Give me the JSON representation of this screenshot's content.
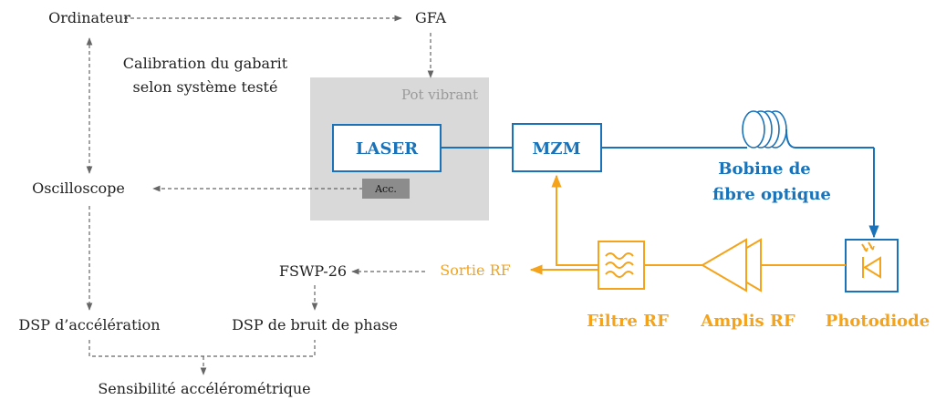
{
  "labels": {
    "ordinateur": "Ordinateur",
    "gfa": "GFA",
    "calibration_line1": "Calibration du gabarit",
    "calibration_line2": "selon système testé",
    "pot_vibrant": "Pot vibrant",
    "laser": "LASER",
    "mzm": "MZM",
    "acc": "Acc.",
    "oscilloscope": "Oscilloscope",
    "bobine_line1": "Bobine de",
    "bobine_line2": "fibre optique",
    "fswp": "FSWP-26",
    "sortie_rf": "Sortie RF",
    "dsp_acceleration": "DSP d’accélération",
    "dsp_bruit": "DSP de bruit de phase",
    "sensibilite": "Sensibilité accélérométrique",
    "filtre_rf": "Filtre RF",
    "amplis_rf": "Amplis RF",
    "photodiode": "Photodiode"
  },
  "icons": {
    "fiber_coil": "fiber-coil-icon",
    "filter": "rf-filter-icon",
    "amplifier": "rf-amplifier-icon",
    "photodiode": "photodiode-icon"
  },
  "colors": {
    "optical": "#1a73b8",
    "rf": "#f4a31a",
    "control": "#666666",
    "pot_fill": "#d9d9d9",
    "acc_fill": "#8c8c8c"
  }
}
